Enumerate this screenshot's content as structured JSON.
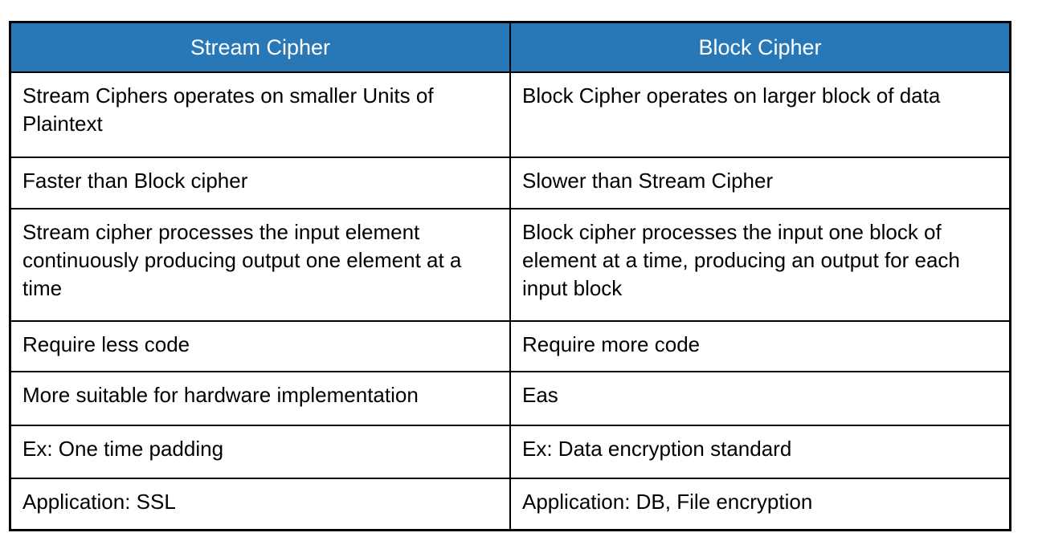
{
  "colors": {
    "header_bg": "#2878b8",
    "header_text": "#ffffff",
    "body_text": "#000000",
    "border": "#000000",
    "page_bg": "#ffffff"
  },
  "table": {
    "columns": [
      {
        "header": "Stream Cipher"
      },
      {
        "header": "Block Cipher"
      }
    ],
    "rows": [
      {
        "cells": [
          "Stream Ciphers operates on smaller Units of Plaintext",
          "Block Cipher operates on larger block of data"
        ]
      },
      {
        "cells": [
          "Faster than Block cipher",
          "Slower than Stream Cipher"
        ]
      },
      {
        "cells": [
          "Stream cipher processes the input element continuously producing output one element at a time",
          "Block cipher processes the input one block of element at a time, producing an output for each input block"
        ]
      },
      {
        "cells": [
          "Require less code",
          "Require more code"
        ]
      },
      {
        "cells": [
          "More suitable for hardware implementation",
          "Eas"
        ]
      },
      {
        "cells": [
          "Ex: One time padding",
          "Ex: Data encryption standard"
        ]
      },
      {
        "cells": [
          "Application: SSL",
          "Application: DB, File encryption"
        ]
      }
    ]
  }
}
